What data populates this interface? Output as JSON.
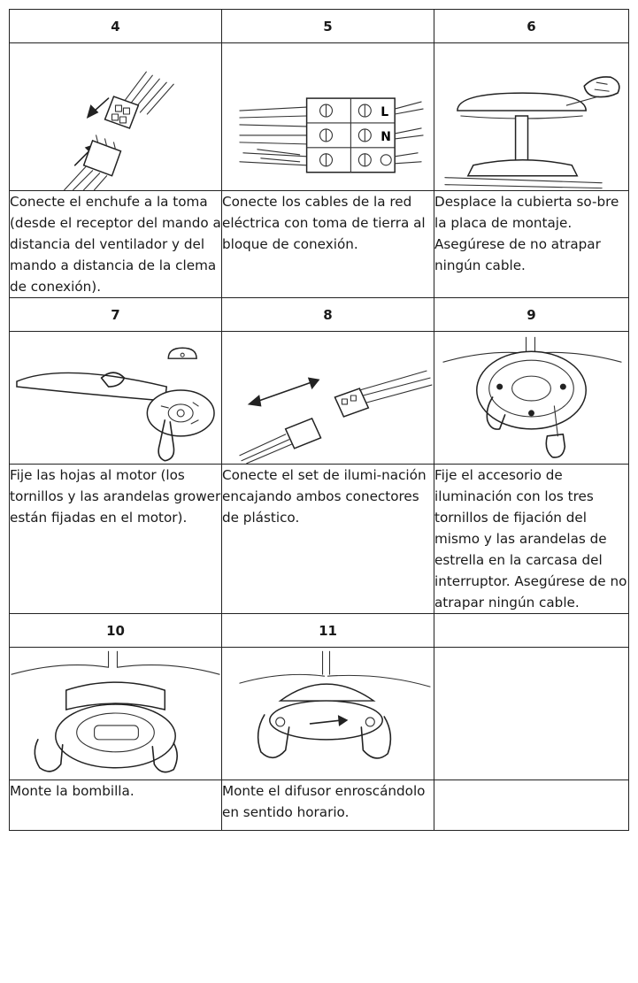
{
  "steps": [
    {
      "number": "4",
      "image": "plug-and-socket-connection",
      "text": "Conecte el enchufe a la toma (desde el receptor del mando a distancia del ventilador y del mando a distancia de la clema de conexión)."
    },
    {
      "number": "5",
      "image": "terminal-block-wiring",
      "labels": [
        "L",
        "N"
      ],
      "text": "Conecte los cables de la red eléctrica con toma de tierra al bloque de conexión."
    },
    {
      "number": "6",
      "image": "canopy-sliding-over-mounting-plate",
      "text": "Desplace la cubierta so-bre la placa de montaje. Asegúrese de no atrapar ningún cable."
    },
    {
      "number": "7",
      "image": "attaching-blades-to-motor",
      "text": "Fije las hojas al motor (los tornillos y las arandelas grower están fijadas en el motor)."
    },
    {
      "number": "8",
      "image": "plastic-connectors-joining",
      "text": "Conecte el set de ilumi-nación encajando ambos conectores de plástico."
    },
    {
      "number": "9",
      "image": "fixing-light-kit-screws",
      "text": "Fije el accesorio de iluminación con los tres tornillos de fijación del mismo y las arandelas de estrella en la carcasa del interruptor. Asegúrese de no atrapar ningún cable."
    },
    {
      "number": "10",
      "image": "mounting-light-bulb",
      "text": "Monte la bombilla."
    },
    {
      "number": "11",
      "image": "screwing-diffuser-clockwise",
      "text": "Monte el difusor enroscándolo en sentido horario."
    }
  ]
}
